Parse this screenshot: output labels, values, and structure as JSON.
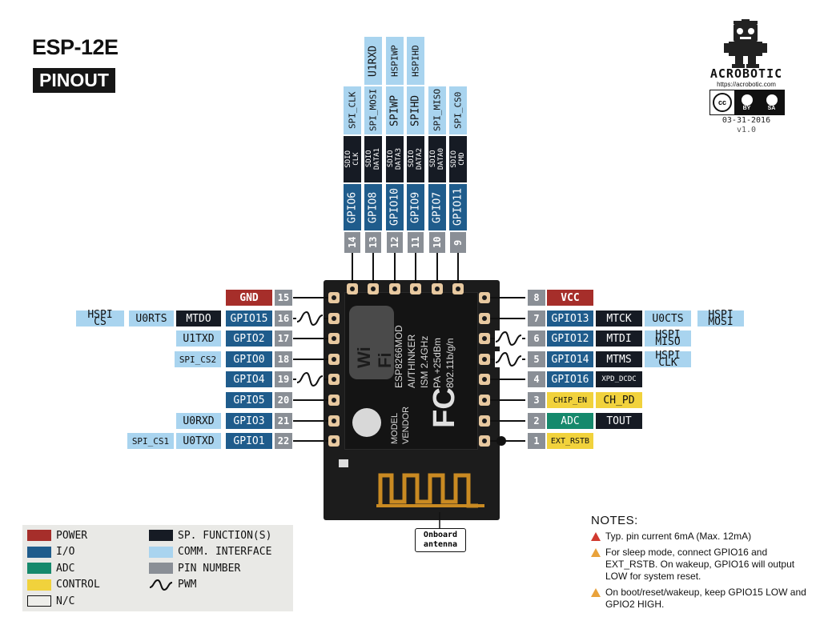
{
  "title": {
    "line1": "ESP-12E",
    "line2": "PINOUT"
  },
  "logo": {
    "brand": "ACROBOTIC",
    "url": "https://acrobotic.com",
    "license_by": "BY",
    "license_sa": "SA",
    "date": "03-31-2016",
    "version": "v1.0"
  },
  "module": {
    "model_text": "ESP8266MOD",
    "vendor_text": "AI/THINKER",
    "spec1": "ISM 2.4GHz",
    "spec2": "PA +25dBm",
    "spec3": "802.11b/g/n",
    "label_model": "MODEL",
    "label_vendor": "VENDOR",
    "wifi": "Wi Fi",
    "fc": "FC"
  },
  "antenna_label": {
    "line1": "Onboard",
    "line2": "antenna"
  },
  "top_pins": [
    {
      "num": "14",
      "gpio": "GPIO6",
      "sp": [
        "SDIO",
        "CLK"
      ],
      "comm1": "SPI_CLK",
      "comm2": ""
    },
    {
      "num": "13",
      "gpio": "GPIO8",
      "sp": [
        "SDIO",
        "DATA1"
      ],
      "comm1": "SPI_MOSI",
      "comm2": "U1RXD"
    },
    {
      "num": "12",
      "gpio": "GPIO10",
      "sp": [
        "SDIO",
        "DATA3"
      ],
      "comm1": "SPIWP",
      "comm2": "HSPIWP"
    },
    {
      "num": "11",
      "gpio": "GPIO9",
      "sp": [
        "SDIO",
        "DATA2"
      ],
      "comm1": "SPIHD",
      "comm2": "HSPIHD"
    },
    {
      "num": "10",
      "gpio": "GPIO7",
      "sp": [
        "SDIO",
        "DATA0"
      ],
      "comm1": "SPI_MISO",
      "comm2": ""
    },
    {
      "num": "9",
      "gpio": "GPIO11",
      "sp": [
        "SDIO",
        "CMD"
      ],
      "comm1": "SPI_CS0",
      "comm2": ""
    }
  ],
  "left_pins": [
    {
      "num": "15",
      "main": "GND",
      "kind": "power",
      "extra": [],
      "pwm": false
    },
    {
      "num": "16",
      "main": "GPIO15",
      "kind": "gpio",
      "extra": [
        {
          "text": "MTDO",
          "kind": "sp"
        },
        {
          "text": "U0RTS",
          "kind": "comm"
        },
        {
          "text": "HSPI CS",
          "kind": "comm-small"
        }
      ],
      "pwm": true
    },
    {
      "num": "17",
      "main": "GPIO2",
      "kind": "gpio",
      "extra": [
        {
          "text": "U1TXD",
          "kind": "comm"
        }
      ],
      "pwm": false
    },
    {
      "num": "18",
      "main": "GPIO0",
      "kind": "gpio",
      "extra": [
        {
          "text": "SPI_CS2",
          "kind": "comm-sm"
        }
      ],
      "pwm": false
    },
    {
      "num": "19",
      "main": "GPIO4",
      "kind": "gpio",
      "extra": [],
      "pwm": true
    },
    {
      "num": "20",
      "main": "GPIO5",
      "kind": "gpio",
      "extra": [],
      "pwm": false
    },
    {
      "num": "21",
      "main": "GPIO3",
      "kind": "gpio",
      "extra": [
        {
          "text": "U0RXD",
          "kind": "comm"
        }
      ],
      "pwm": false
    },
    {
      "num": "22",
      "main": "GPIO1",
      "kind": "gpio",
      "extra": [
        {
          "text": "U0TXD",
          "kind": "comm"
        },
        {
          "text": "SPI_CS1",
          "kind": "comm-sm"
        }
      ],
      "pwm": false
    }
  ],
  "right_pins": [
    {
      "num": "8",
      "main": "VCC",
      "kind": "power",
      "extra": [],
      "pwm": false
    },
    {
      "num": "7",
      "main": "GPIO13",
      "kind": "gpio",
      "extra": [
        {
          "text": "MTCK",
          "kind": "sp"
        },
        {
          "text": "U0CTS",
          "kind": "comm"
        },
        {
          "text": "HSPI MOSI",
          "kind": "comm-small"
        }
      ],
      "pwm": false
    },
    {
      "num": "6",
      "main": "GPIO12",
      "kind": "gpio",
      "extra": [
        {
          "text": "MTDI",
          "kind": "sp"
        },
        {
          "text": "HSPI MISO",
          "kind": "comm-small"
        }
      ],
      "pwm": true
    },
    {
      "num": "5",
      "main": "GPIO14",
      "kind": "gpio",
      "extra": [
        {
          "text": "MTMS",
          "kind": "sp"
        },
        {
          "text": "HSPI CLK",
          "kind": "comm-small"
        }
      ],
      "pwm": true
    },
    {
      "num": "4",
      "main": "GPIO16",
      "kind": "gpio",
      "extra": [
        {
          "text": "XPD_DCDC",
          "kind": "sp-sm"
        }
      ],
      "pwm": false
    },
    {
      "num": "3",
      "main": "CHIP_EN",
      "kind": "ctrl-sm",
      "extra": [
        {
          "text": "CH_PD",
          "kind": "ctrl"
        }
      ],
      "pwm": false
    },
    {
      "num": "2",
      "main": "ADC",
      "kind": "adc",
      "extra": [
        {
          "text": "TOUT",
          "kind": "sp"
        }
      ],
      "pwm": false
    },
    {
      "num": "1",
      "main": "EXT_RSTB",
      "kind": "ctrl-sm",
      "extra": [],
      "pwm": false
    }
  ],
  "legend": [
    {
      "label": "POWER",
      "color": "#a62e2a"
    },
    {
      "label": "I/O",
      "color": "#1f5c8c"
    },
    {
      "label": "ADC",
      "color": "#15896c"
    },
    {
      "label": "CONTROL",
      "color": "#f1d23c"
    },
    {
      "label": "N/C",
      "color": "#eeeeea"
    },
    {
      "label": "SP. FUNCTION(S)",
      "color": "#161b24"
    },
    {
      "label": "COMM. INTERFACE",
      "color": "#a9d4ef"
    },
    {
      "label": "PIN NUMBER",
      "color": "#8a8f96"
    },
    {
      "label": "PWM",
      "color": "#111111"
    }
  ],
  "notes": {
    "title": "NOTES:",
    "items": [
      {
        "color": "#d13a2f",
        "text": "Typ. pin current 6mA (Max. 12mA)"
      },
      {
        "color": "#e9a23b",
        "text": "For sleep mode, connect GPIO16 and EXT_RSTB. On wakeup, GPIO16 will output LOW for system reset."
      },
      {
        "color": "#e9a23b",
        "text": "On boot/reset/wakeup, keep GPIO15 LOW and GPIO2 HIGH."
      }
    ]
  }
}
